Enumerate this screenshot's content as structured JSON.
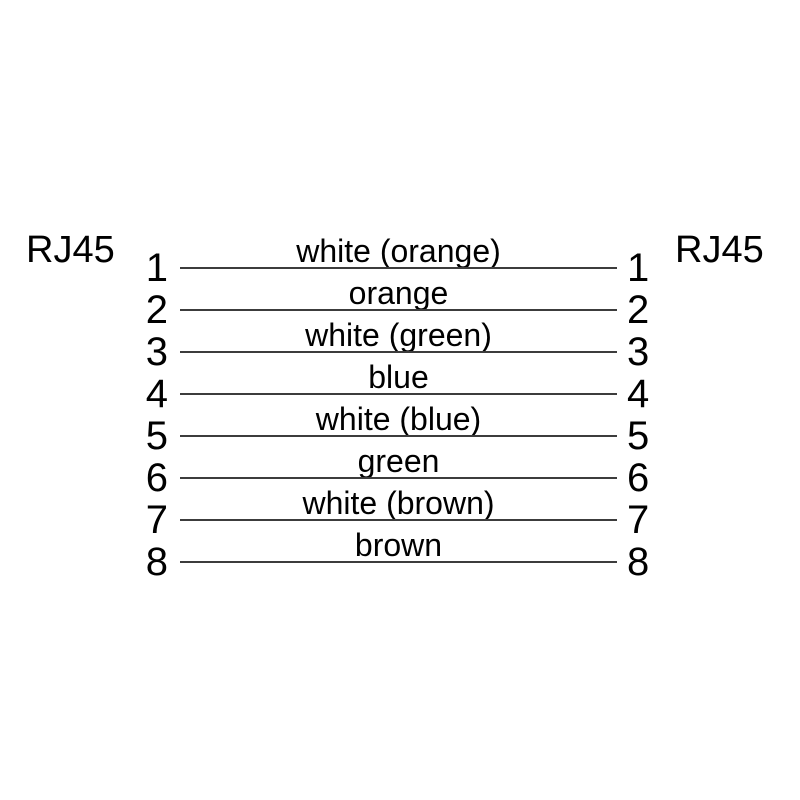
{
  "connectors": {
    "left_label": "RJ45",
    "right_label": "RJ45"
  },
  "wires": [
    {
      "left_pin": "1",
      "right_pin": "1",
      "color_label": "white (orange)"
    },
    {
      "left_pin": "2",
      "right_pin": "2",
      "color_label": "orange"
    },
    {
      "left_pin": "3",
      "right_pin": "3",
      "color_label": "white (green)"
    },
    {
      "left_pin": "4",
      "right_pin": "4",
      "color_label": "blue"
    },
    {
      "left_pin": "5",
      "right_pin": "5",
      "color_label": "white (blue)"
    },
    {
      "left_pin": "6",
      "right_pin": "6",
      "color_label": "green"
    },
    {
      "left_pin": "7",
      "right_pin": "7",
      "color_label": "white (brown)"
    },
    {
      "left_pin": "8",
      "right_pin": "8",
      "color_label": "brown"
    }
  ],
  "colors": {
    "background": "#ffffff",
    "text": "#000000",
    "wire_line": "#3c3c3c"
  }
}
